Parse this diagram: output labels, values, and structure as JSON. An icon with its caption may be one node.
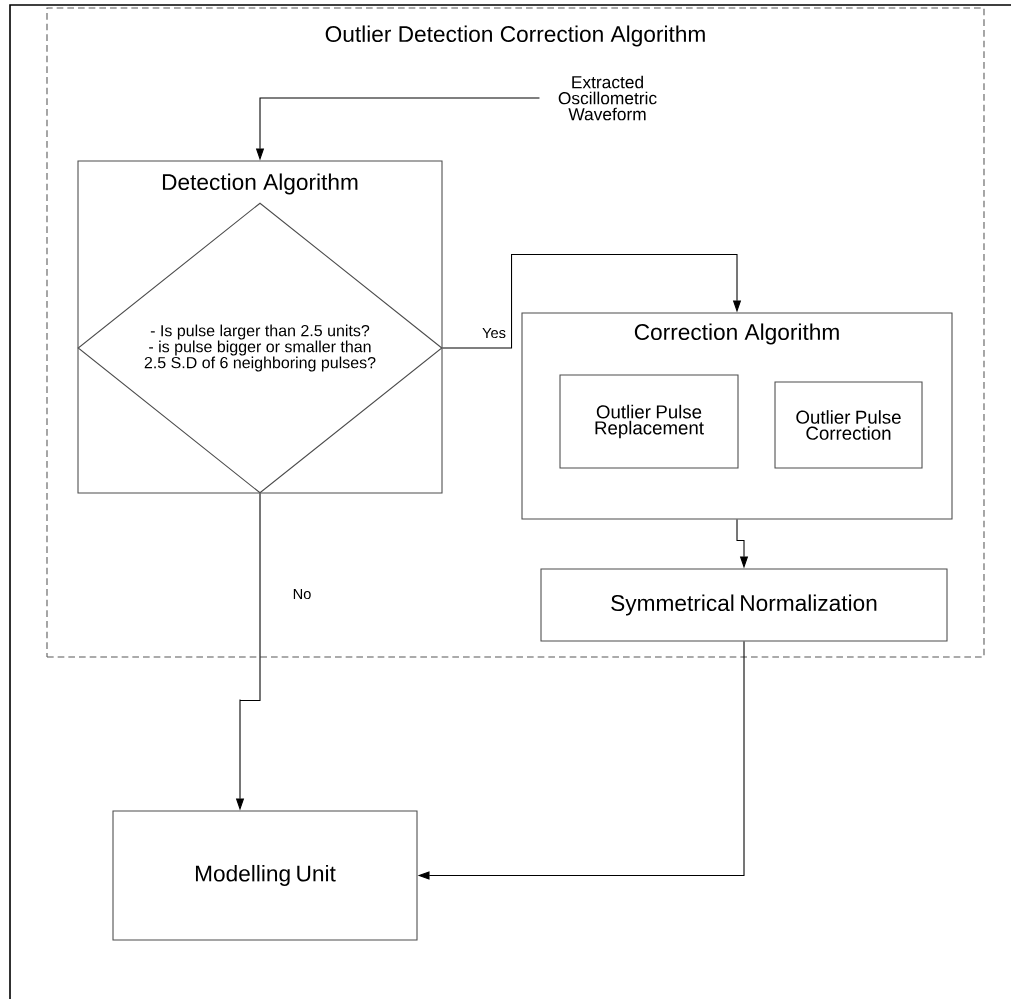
{
  "diagram": {
    "nodes": [
      {
        "text": [
          "Outlier Detection Correction Algorithm"
        ]
      },
      {
        "text": [
          "Extracted Oscillometric Waveform"
        ],
        "in": 0
      },
      {
        "text": [
          "Detection Algorithm"
        ],
        "in": 0
      },
      {
        "text": [
          "- Is pulse larger than 2.5 units? - is pulse bigger or smaller than 2.5 S.D of 6 neighboring pulses?"
        ],
        "in": 2
      },
      {
        "text": [
          "Correction Algorithm"
        ],
        "in": 0
      },
      {
        "text": [
          "Outlier Pulse Replacement"
        ],
        "in": 4
      },
      {
        "text": [
          "Outlier Pulse Correction"
        ],
        "in": 4
      },
      {
        "text": [
          "Symmetrical Normalization"
        ],
        "in": 0
      },
      {
        "text": [
          "Modelling Unit"
        ]
      }
    ],
    "edges": [
      {
        "from": 1,
        "to": 2,
        "arrow": "to"
      },
      {
        "from": 3,
        "to": 4,
        "arrow": "to",
        "label": "Yes"
      },
      {
        "from": 3,
        "to": 8,
        "arrow": "to",
        "label": "No"
      },
      {
        "from": 4,
        "to": 7,
        "arrow": "to"
      },
      {
        "from": 7,
        "to": 8,
        "arrow": "to"
      }
    ]
  }
}
